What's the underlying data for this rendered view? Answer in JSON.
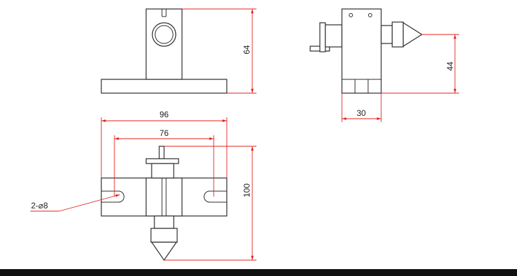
{
  "dimensions": {
    "front_height": "64",
    "side_height": "44",
    "side_width": "30",
    "base_width": "96",
    "slot_spacing": "76",
    "overall_length": "100",
    "hole_callout": "2-⌀8"
  },
  "colors": {
    "dimension_line": "#e0201b",
    "part_outline": "#2b2b2b",
    "bottom_bar": "#111111"
  }
}
